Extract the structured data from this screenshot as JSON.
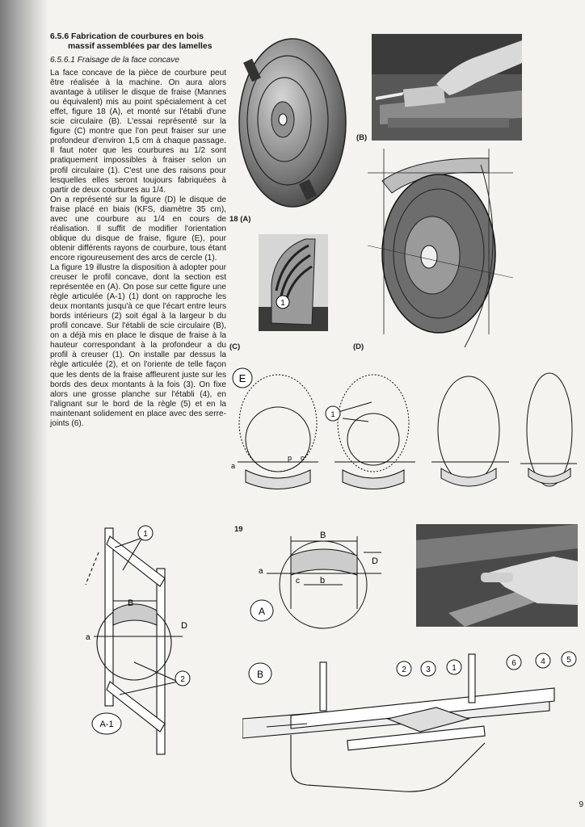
{
  "section": {
    "number": "6.5.6",
    "title_line1": "Fabrication de courbures en bois",
    "title_line2": "massif assemblées par des lamelles",
    "subsection_number": "6.5.6.1",
    "subsection_title": "Fraisage de la face concave"
  },
  "paragraphs": [
    "La face concave de la pièce de courbure peut être réalisée à la machine. On aura alors avantage à utiliser le disque de fraise (Mannes ou équivalent) mis au point spécialement à cet effet, figure 18 (A), et monté sur l'établi d'une scie circulaire (B). L'essai représenté sur la figure (C) montre que l'on peut fraiser sur une profondeur d'environ 1,5 cm à chaque passage. Il faut noter que les courbures au 1/2 sont pratiquement impossibles à fraiser selon un profil circulaire (1). C'est une des raisons pour lesquelles elles seront toujours fabriquées à partir de deux courbures au 1/4.",
    "On a représenté sur la figure (D) le disque de fraise placé en biais (KFS, diamètre 35 cm), avec une courbure au 1/4 en cours de réalisation. Il suffit de modifier l'orientation oblique du disque de fraise, figure (E), pour obtenir différents rayons de courbure, tous étant encore rigoureusement des arcs de cercle (1).",
    "La figure 19 illustre la disposition à adopter pour creuser le profil concave, dont la section est représentée en (A). On pose sur cette figure une règle articulée (A-1) (1) dont on rapproche les deux montants jusqu'à ce que l'écart entre leurs bords intérieurs (2) soit égal à la largeur b du profil concave. Sur l'établi de scie circulaire (B), on a déjà mis en place le disque de fraise à la hauteur correspondant à la profondeur a du profil à creuser (1). On installe par dessus la règle articulée (2), et on l'oriente de telle façon que les dents de la fraise affleurent juste sur les bords des deux montants à la fois (3). On fixe alors une grosse planche sur l'établi (4), en l'alignant sur le bord de la règle (5) et en la maintenant solidement en place avec des serre-joints (6)."
  ],
  "captions": {
    "fig18a": "18 (A)",
    "fig_b": "(B)",
    "fig_c": "(C)",
    "fig_d": "(D)",
    "fig_e": "E",
    "fig19": "19",
    "fig19_a": "A",
    "fig19_a1": "A-1",
    "fig19_b": "B"
  },
  "diagram_labels": {
    "callouts": [
      "1",
      "2",
      "3",
      "4",
      "5",
      "6"
    ],
    "dim_b_upper": "B",
    "dim_b_lower": "b",
    "dim_d": "D",
    "dim_a": "a",
    "dim_c": "c",
    "dim_p": "p",
    "circled_1": "1"
  },
  "page_number": "9"
}
